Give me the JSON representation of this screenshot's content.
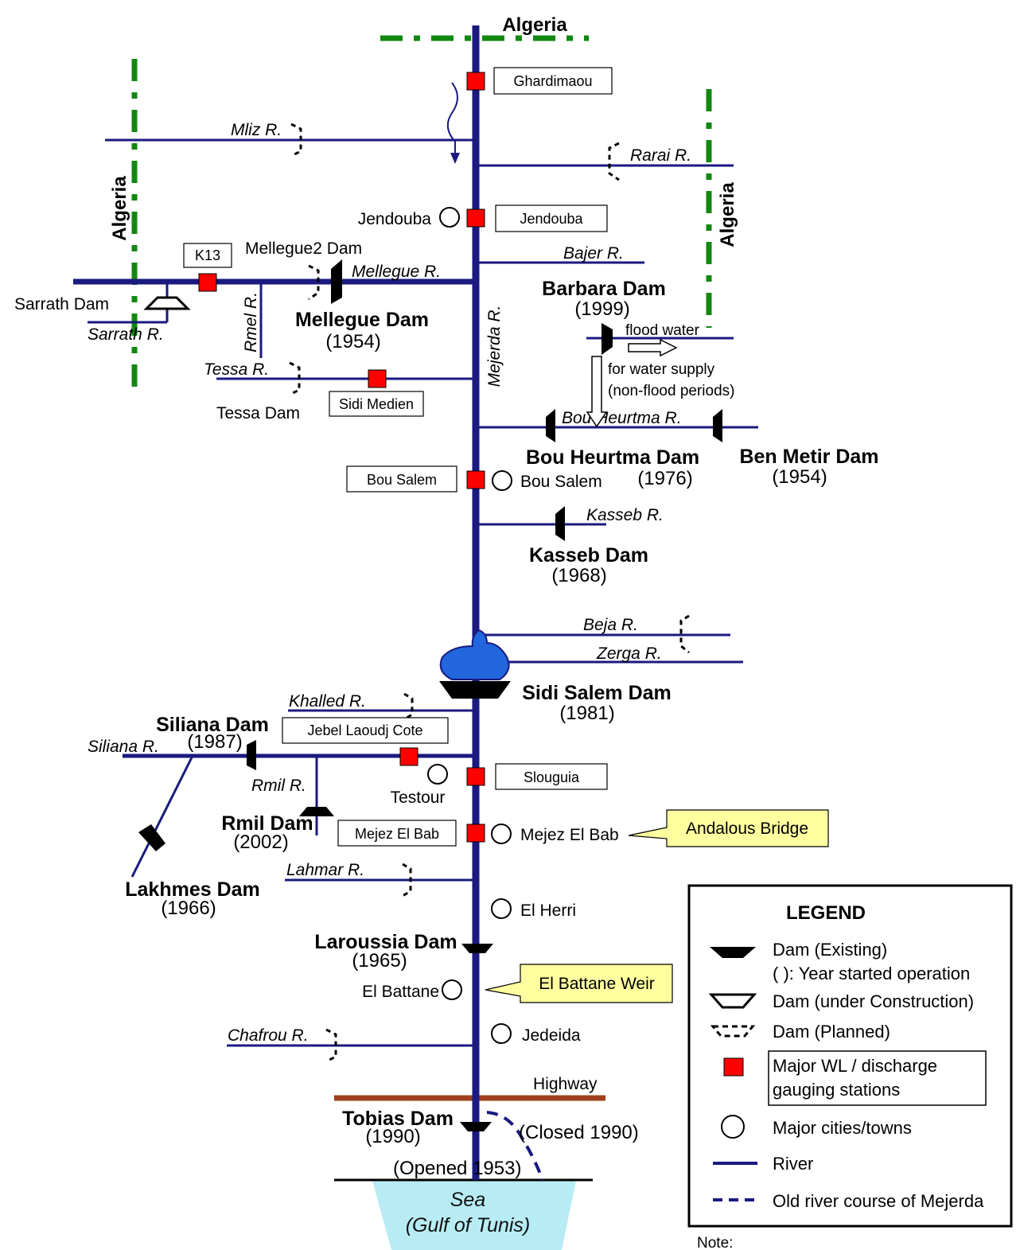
{
  "borders": {
    "algeria_top": "Algeria",
    "algeria_left": "Algeria",
    "algeria_right": "Algeria"
  },
  "stations": {
    "ghardimaou": "Ghardimaou",
    "jendouba": "Jendouba",
    "k13": "K13",
    "sidi_medien": "Sidi Medien",
    "bou_salem": "Bou Salem",
    "jebel_laoudj": "Jebel Laoudj Cote",
    "slouguia": "Slouguia",
    "mejez_el_bab": "Mejez El Bab"
  },
  "rivers": {
    "mliz": "Mliz R.",
    "rarai": "Rarai R.",
    "bajer": "Bajer R.",
    "mellegue": "Mellegue R.",
    "rmel": "Rmel R.",
    "sarrath": "Sarrath R.",
    "tessa": "Tessa R.",
    "mejerda": "Mejerda R.",
    "bou_heurtma": "Bou Heurtma R.",
    "kasseb": "Kasseb R.",
    "beja": "Beja R.",
    "zerga": "Zerga R.",
    "khalled": "Khalled R.",
    "siliana": "Siliana R.",
    "rmil": "Rmil R.",
    "lahmar": "Lahmar R.",
    "chafrou": "Chafrou R."
  },
  "cities": {
    "jendouba": "Jendouba",
    "bou_salem": "Bou Salem",
    "testour": "Testour",
    "mejez_el_bab": "Mejez El Bab",
    "el_herri": "El Herri",
    "el_battane": "El Battane",
    "jedeida": "Jedeida"
  },
  "dams": {
    "mellegue2": "Mellegue2 Dam",
    "sarrath": "Sarrath Dam",
    "mellegue": {
      "name": "Mellegue Dam",
      "year": "(1954)"
    },
    "tessa": "Tessa Dam",
    "barbara": {
      "name": "Barbara Dam",
      "year": "(1999)"
    },
    "bou_heurtma": {
      "name": "Bou Heurtma Dam",
      "year": "(1976)"
    },
    "ben_metir": {
      "name": "Ben Metir Dam",
      "year": "(1954)"
    },
    "kasseb": {
      "name": "Kasseb Dam",
      "year": "(1968)"
    },
    "sidi_salem": {
      "name": "Sidi Salem Dam",
      "year": "(1981)"
    },
    "siliana": {
      "name": "Siliana Dam",
      "year": "(1987)"
    },
    "rmil": {
      "name": "Rmil Dam",
      "year": "(2002)"
    },
    "lakhmes": {
      "name": "Lakhmes Dam",
      "year": "(1966)"
    },
    "laroussia": {
      "name": "Laroussia Dam",
      "year": "(1965)"
    },
    "tobias": {
      "name": "Tobias Dam",
      "year": "(1990)"
    }
  },
  "annotations": {
    "flood_water": "flood water",
    "water_supply_1": "for water supply",
    "water_supply_2": "(non-flood periods)",
    "andalous_bridge": "Andalous Bridge",
    "el_battane_weir": "El Battane Weir",
    "highway": "Highway",
    "closed": "(Closed 1990)",
    "opened": "(Opened 1953)",
    "sea_1": "Sea",
    "sea_2": "(Gulf of Tunis)",
    "note": "Note:"
  },
  "legend": {
    "title": "LEGEND",
    "dam_existing": "Dam (Existing)",
    "year_note": "( ): Year started operation",
    "dam_construction": "Dam (under Construction)",
    "dam_planned": "Dam (Planned)",
    "gauging_1": "Major WL / discharge",
    "gauging_2": "gauging stations",
    "cities": "Major cities/towns",
    "river": "River",
    "old_course": "Old river course of Mejerda"
  },
  "colors": {
    "river": "#1a1a80",
    "border": "#118811",
    "station": "#ff0000",
    "callout": "#ffffa0",
    "highway": "#a0401a",
    "sea": "#b8ecf4",
    "reservoir": "#2266dd"
  }
}
